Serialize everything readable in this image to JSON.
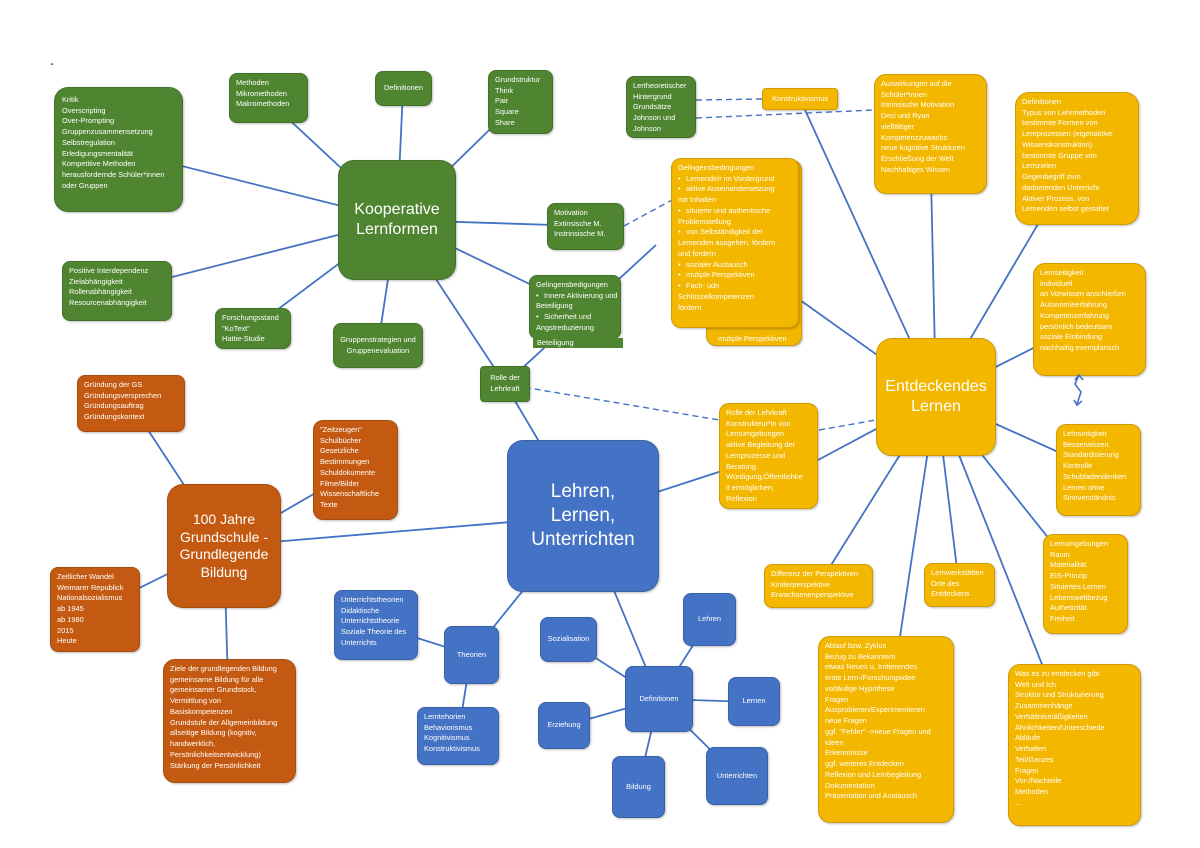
{
  "page_mark": "-",
  "colors": {
    "green": "#4f8530",
    "orange": "#f3b700",
    "rust": "#c45a11",
    "blue": "#4472c4"
  },
  "nodes": {
    "kooperative": {
      "lines": [
        "Kooperative",
        "Lernformen"
      ]
    },
    "kritik": {
      "lines": [
        "Kritik",
        "Overscripting",
        "Over-Prompting",
        "Gruppenzusammensetzung",
        "Selbstregulation",
        "Erledigungsmentalität",
        "Kompetitive Methoden",
        "herausfordernde Schüler*innen",
        "oder Gruppen"
      ]
    },
    "methoden": {
      "lines": [
        "Methoden",
        "Mikromethoden",
        "Makromethoden"
      ]
    },
    "definitionen_koop": {
      "lines": [
        "Definitionen"
      ]
    },
    "grundstruktur": {
      "lines": [
        "Grundstruktur",
        "Think",
        "Pair",
        "Square",
        "Share"
      ]
    },
    "lerntheoretisch": {
      "lines": [
        "Lertheoretischer",
        "Hintergrund",
        "Grundsätze",
        "Johnson und",
        "Johnson"
      ]
    },
    "motivation": {
      "lines": [
        "Motivation",
        "Extinsische M.",
        "Instrinsische M."
      ]
    },
    "interdependenz": {
      "lines": [
        "Positive Interdependenz",
        "Zielabhängigkeit",
        "Rollenabhängigkeit",
        "Resourcenabhängigkeit"
      ]
    },
    "forschungsstand": {
      "lines": [
        "Forschungsstand",
        "\"KoText\"",
        "Hattie-Studie"
      ]
    },
    "gruppenstrategien": {
      "lines": [
        "Gruppenstrategien und",
        "Gruppenevaluation"
      ]
    },
    "gelingen_green": {
      "lines": [
        "Gelingensbedigungen",
        "Innere Aktivierung und",
        "Beteiligung",
        "Sicherheit und",
        "Angstreduzierung"
      ],
      "overflow": "Beteiligung"
    },
    "rolle_lehrkraft": {
      "lines": [
        "Rolle der",
        "Lehrkraft"
      ]
    },
    "konstruktivismus": {
      "lines": [
        "Konstruktivismus"
      ]
    },
    "auswirkungen": {
      "lines": [
        "Auswirkungen auf die",
        "Schüler*innen",
        "Intrinsische Motivation",
        "Deci und Ryan",
        "vielfältiger",
        "Kompetenzzuwachs",
        "neue kognitive Strukturen",
        "Erschließung der Welt",
        "Nachhaltiges Wissen"
      ]
    },
    "definitionen_ent": {
      "lines": [
        "Definitionen",
        "Typus von Lehrmethoden",
        "bestimmte Formen von",
        "Lernprozessen (eigenaktive",
        "Wissenskonstruktion)",
        "bestimmte Gruppe von",
        "Lernzielen",
        "Gegenbegriff zum",
        "darbietenden Unterricht",
        "Aktiver Prozess, von",
        "Lernenden selbst gestaltet"
      ]
    },
    "gelingen_orange": {
      "lines": [
        "Gelingensbedingungen",
        "Lernende/r im Vordergrund",
        "aktive Auseinandersetzung",
        "mit Inhalten",
        "situierte und authentische",
        "Problemstellung",
        "von Selbständigkeit der",
        "Lernenden ausgehen, fördern",
        "und fordern",
        "sozialer Austausch",
        "mutiple Perspektiven",
        "Fach- udn",
        "Schlüsselkompetenzen",
        "fördern"
      ],
      "overflow": "mutiple Perspektiven"
    },
    "lernseitigkeit": {
      "lines": [
        "Lernseitigkeit",
        "individuell",
        "an Vorwissen anschließen",
        "Autonomieerfahrung",
        "Kompetenzerfahrung",
        "persönlich bedeutsam",
        "soziale Einbindung",
        "nachhaltig exemplarisch"
      ]
    },
    "entdeckendes": {
      "lines": [
        "Entdeckendes",
        "Lernen"
      ]
    },
    "rolle_lehrkraft_o": {
      "lines": [
        "Rolle der Lehrkraft",
        "Konstrukteur*in von",
        "Lernumgebungen",
        "aktive Begleitung der",
        "Lernprozesse und",
        "Beratung",
        "Würdigung,Öffentlichke",
        "it ermöglichen,",
        "Reflexion"
      ]
    },
    "lehrseitigkeit": {
      "lines": [
        "Lehrseitigkeit",
        "Besserwissen",
        "Standardisierung",
        "Kontrolle",
        "Schubladendenken",
        "Lernen ohne",
        "Sinnverständnis"
      ]
    },
    "lernumgebungen": {
      "lines": [
        "Lernumgebungen",
        "Raum",
        "Materialität",
        "EIS-Prinzip",
        "Situiertes Lernen",
        "Lebensweltbezug",
        "Authetizität",
        "Freiheit"
      ]
    },
    "differenz": {
      "lines": [
        "Differenz der Perspektiven",
        "Kinderperspektive",
        "Erwachsenenperspektive"
      ]
    },
    "lernwerkstaetten": {
      "lines": [
        "Lernwerkstätten",
        "Orte des",
        "Entdeckens"
      ]
    },
    "ablauf": {
      "lines": [
        "Ablauf bzw. Zyklus",
        "Bezug zu Bekanntem",
        "etwas Neues u. Irritierendes",
        "erste Lern-/Forschungsidee",
        "vorläufige Hypothese",
        "Fragen",
        "Ausprobieren/Experimentieren",
        "neue Fragen",
        "ggf. \"Fehler\" ->neue Fragen und",
        "Ideen",
        "Erkenntnisse",
        "ggf. weiteres Entdecken",
        "Reflexion und Lernbegleitung",
        "Dokumentation",
        "Präsentation und Austausch"
      ]
    },
    "was_entdecken": {
      "lines": [
        "Was es zu entdecken gibt",
        "Welt und Ich",
        "Struktur und Strukturierung",
        "Zusammenhänge",
        "Verhältnismäßigkeiten",
        "Ähnlichkeiten/Unterschiede",
        "Abläufe",
        "Verhalten",
        "Teil/Ganzes",
        "Fragen",
        "Vor-/Nachteile",
        "Methoden",
        "..."
      ]
    },
    "lehren_lernen": {
      "lines": [
        "Lehren,",
        "Lernen,",
        "Unterrichten"
      ]
    },
    "grundschule": {
      "lines": [
        "100 Jahre",
        "Grundschule -",
        "Grundlegende",
        "Bildung"
      ]
    },
    "gruendung": {
      "lines": [
        "Gründung der GS",
        "Gründungsversprechen",
        "Gründungsauftrag",
        "Gründungskontext"
      ]
    },
    "zeitzeugen": {
      "lines": [
        "\"Zeitzeugen\"",
        "Schulbücher",
        "Gesetzliche",
        "Bestimmungen",
        "Schuldokumente",
        "Filme/Bilder",
        "Wissenschaftliche",
        "Texte"
      ]
    },
    "zeitlicher": {
      "lines": [
        "Zeitlicher Wandel",
        "Weimarer Republick",
        "Nationalsozialismus",
        "ab 1945",
        "ab 1980",
        "2015",
        "Heute"
      ]
    },
    "ziele": {
      "lines": [
        "Ziele der grundlegenden Bildung",
        "gemeinsame Bildung für alle",
        "gemeinsamer Grundstock,",
        "Vermittlung von",
        "Basiskompetenzen",
        "Grundstufe der Allgemeinbildung",
        "allseitige Bildung (kognitiv,",
        "handwerklich,",
        "Persönlichkeitsentwicklung)",
        "Stärkung der Persönlichkeit"
      ]
    },
    "unterrichtstheorien": {
      "lines": [
        "Unterrichtstheorien",
        "Didaktische",
        "Unterrichtstheorie",
        "Soziale Theorie des",
        "Unterrichts"
      ]
    },
    "theorien": {
      "lines": [
        "Theorien"
      ]
    },
    "lerntheorien": {
      "lines": [
        "Lerntehorien",
        "Behaviorismus",
        "Kognitivismus",
        "Konstruktivismus"
      ]
    },
    "sozialisation": {
      "lines": [
        "Sozialisation"
      ]
    },
    "lehren": {
      "lines": [
        "Lehren"
      ]
    },
    "definitionen_blue": {
      "lines": [
        "Definitionen"
      ]
    },
    "lernen": {
      "lines": [
        "Lernen"
      ]
    },
    "erziehung": {
      "lines": [
        "Erziehung"
      ]
    },
    "bildung": {
      "lines": [
        "Bildung"
      ]
    },
    "unterrichten": {
      "lines": [
        "Unterrichten"
      ]
    }
  }
}
